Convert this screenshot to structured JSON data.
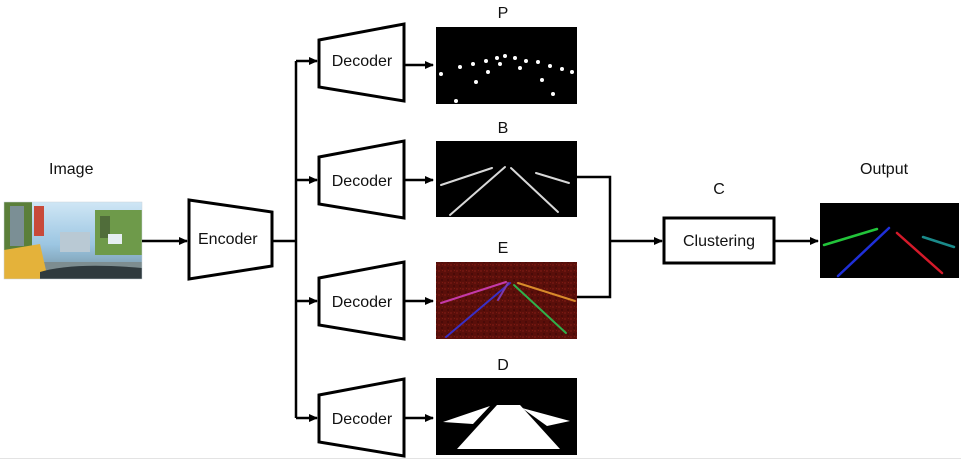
{
  "labels": {
    "image": "Image",
    "output": "Output",
    "encoder": "Encoder",
    "decoder": "Decoder",
    "clustering": "Clustering",
    "c": "C"
  },
  "branches": [
    {
      "id": "P",
      "label": "P"
    },
    {
      "id": "B",
      "label": "B"
    },
    {
      "id": "E",
      "label": "E"
    },
    {
      "id": "D",
      "label": "D"
    }
  ],
  "colors": {
    "stroke": "#000000",
    "panel_background": "#000000",
    "embedding_background": "#5a0f0a",
    "output_lane_green": "#22c43a",
    "output_lane_blue": "#1f2fd8",
    "output_lane_red": "#d41a2a",
    "output_lane_teal": "#1a8a8a"
  },
  "icons": [
    "road-photo-thumbnail",
    "point-map",
    "binary-lane-map",
    "embedding-map",
    "drivable-area-map",
    "lane-output-map"
  ]
}
